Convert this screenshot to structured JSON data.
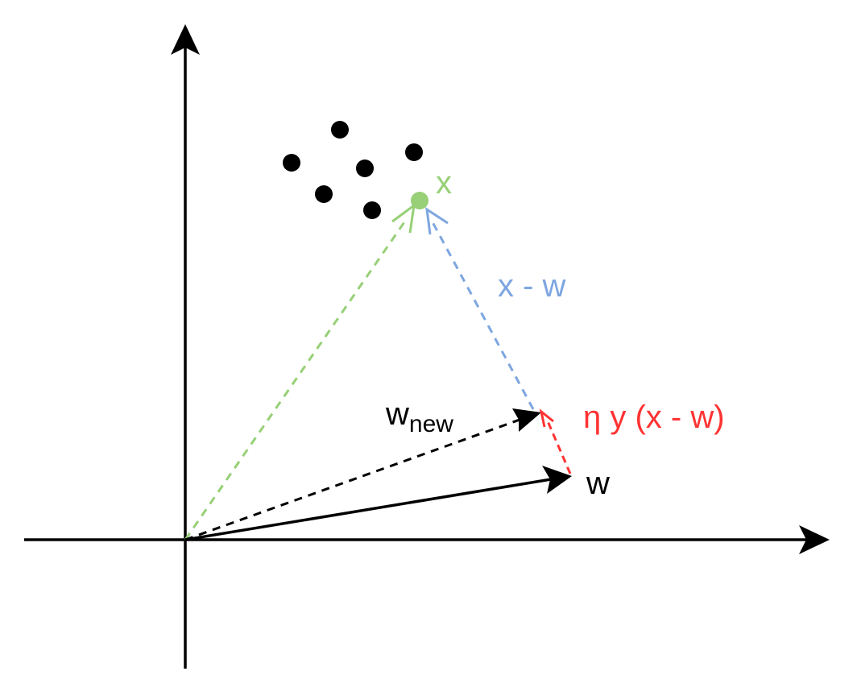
{
  "colors": {
    "axis": "#000000",
    "cluster_point": "#000000",
    "x_point": "#97d077",
    "x_vector": "#97d077",
    "difference_vector": "#7ea6e0",
    "update_vector": "#ff3333",
    "w_vector": "#000000",
    "w_new_vector": "#000000",
    "background": "#ffffff"
  },
  "labels": {
    "x": "x",
    "x_minus_w": "x - w",
    "update": "η y (x - w)",
    "w": "w",
    "w_new_base": "w",
    "w_new_sub": "new"
  },
  "icons": {
    "x_axis_arrow": "arrow-right-icon",
    "y_axis_arrow": "arrow-up-icon"
  }
}
